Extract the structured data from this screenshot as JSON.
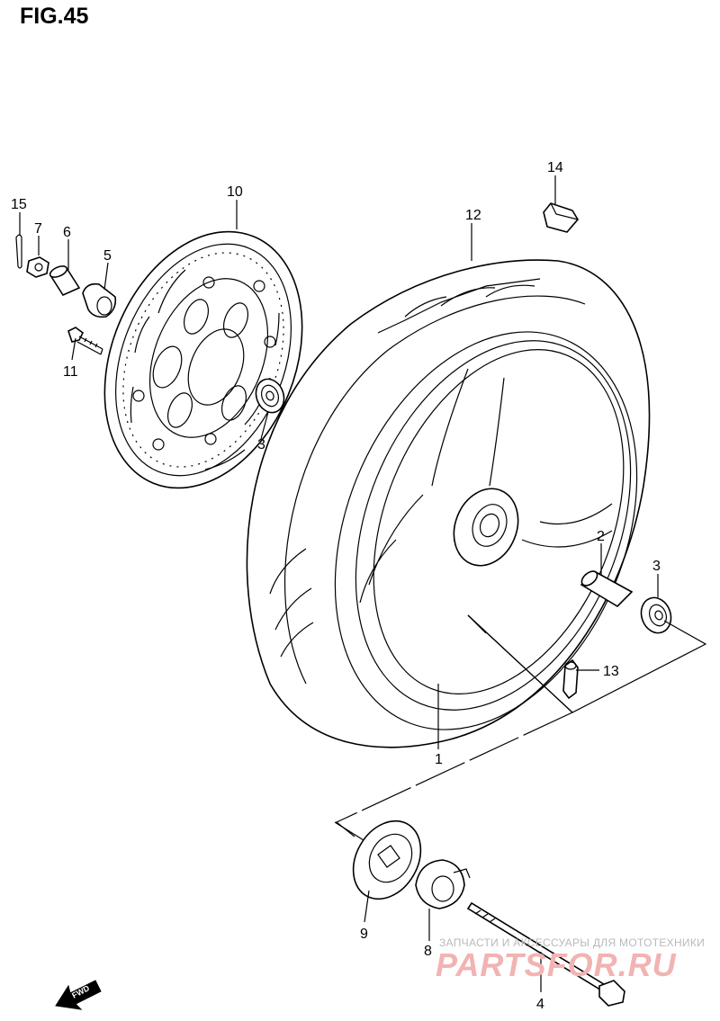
{
  "figure": {
    "title": "FIG.45"
  },
  "callouts": {
    "c1": "1",
    "c2": "2",
    "c3a": "3",
    "c3b": "3",
    "c4": "4",
    "c5": "5",
    "c6": "6",
    "c7": "7",
    "c8": "8",
    "c9": "9",
    "c10": "10",
    "c11": "11",
    "c12": "12",
    "c13": "13",
    "c14": "14",
    "c15": "15"
  },
  "fwd_arrow": {
    "label": "FWD"
  },
  "watermark": {
    "subtitle": "ЗАПЧАСТИ И АКСЕССУАРЫ ДЛЯ МОТОТЕХНИКИ",
    "brand": "PARTSFOR.RU"
  }
}
